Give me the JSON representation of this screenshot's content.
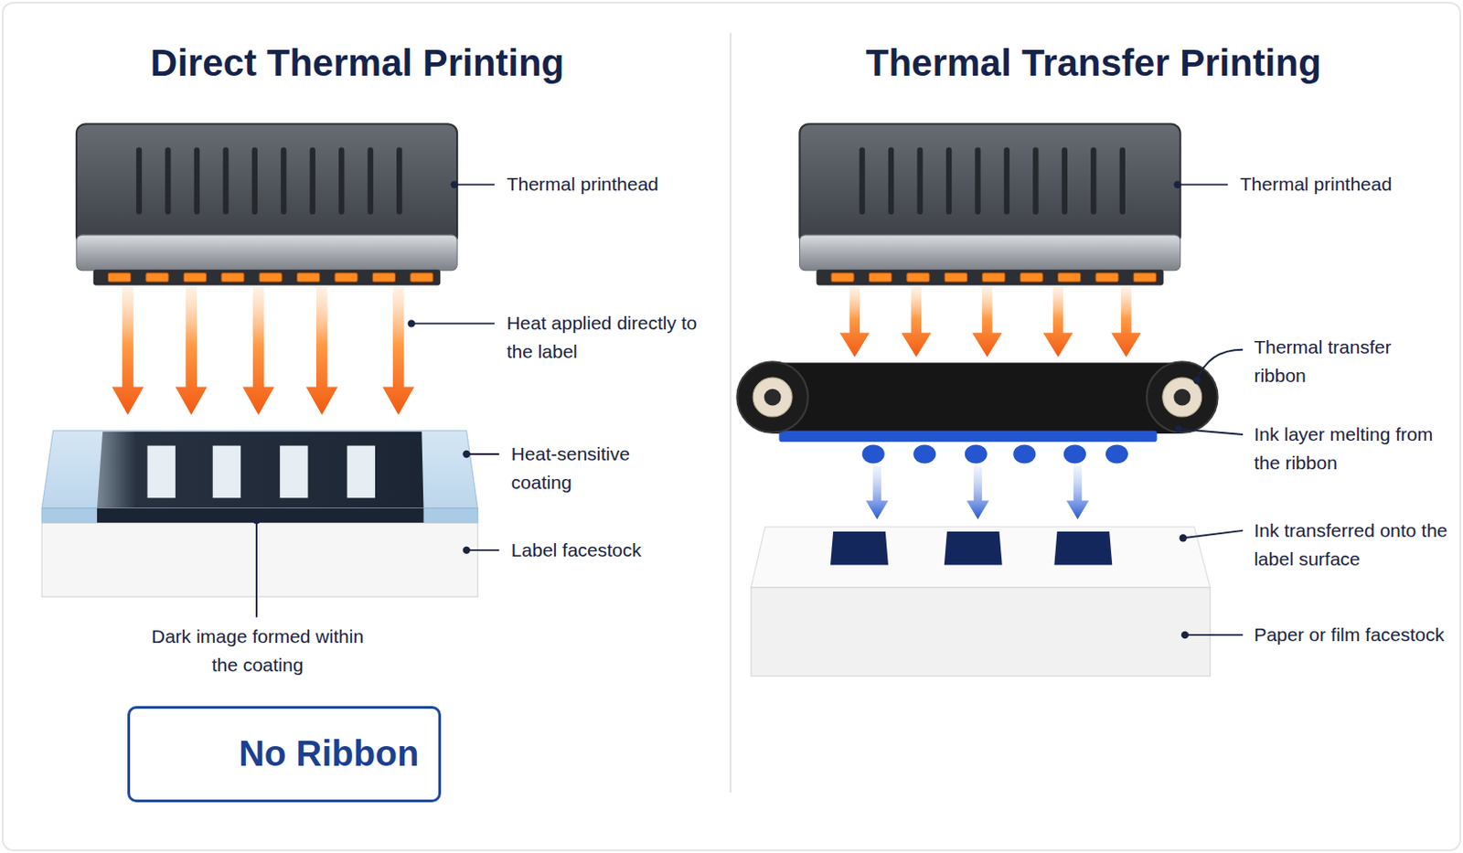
{
  "diagram": {
    "nodes": [
      {
        "text": [
          "No Ribbon"
        ]
      }
    ],
    "labels": [
      "Direct Thermal Printing",
      "Thermal printhead",
      "Heat applied directly to the label",
      "Heat-sensitive coating",
      "Label facestock",
      "Dark image formed within the coating",
      "Thermal Transfer Printing",
      "Thermal printhead",
      "Thermal transfer ribbon",
      "Ink layer melting from the ribbon",
      "Ink transferred onto the label surface",
      "Paper or film facestock"
    ]
  }
}
